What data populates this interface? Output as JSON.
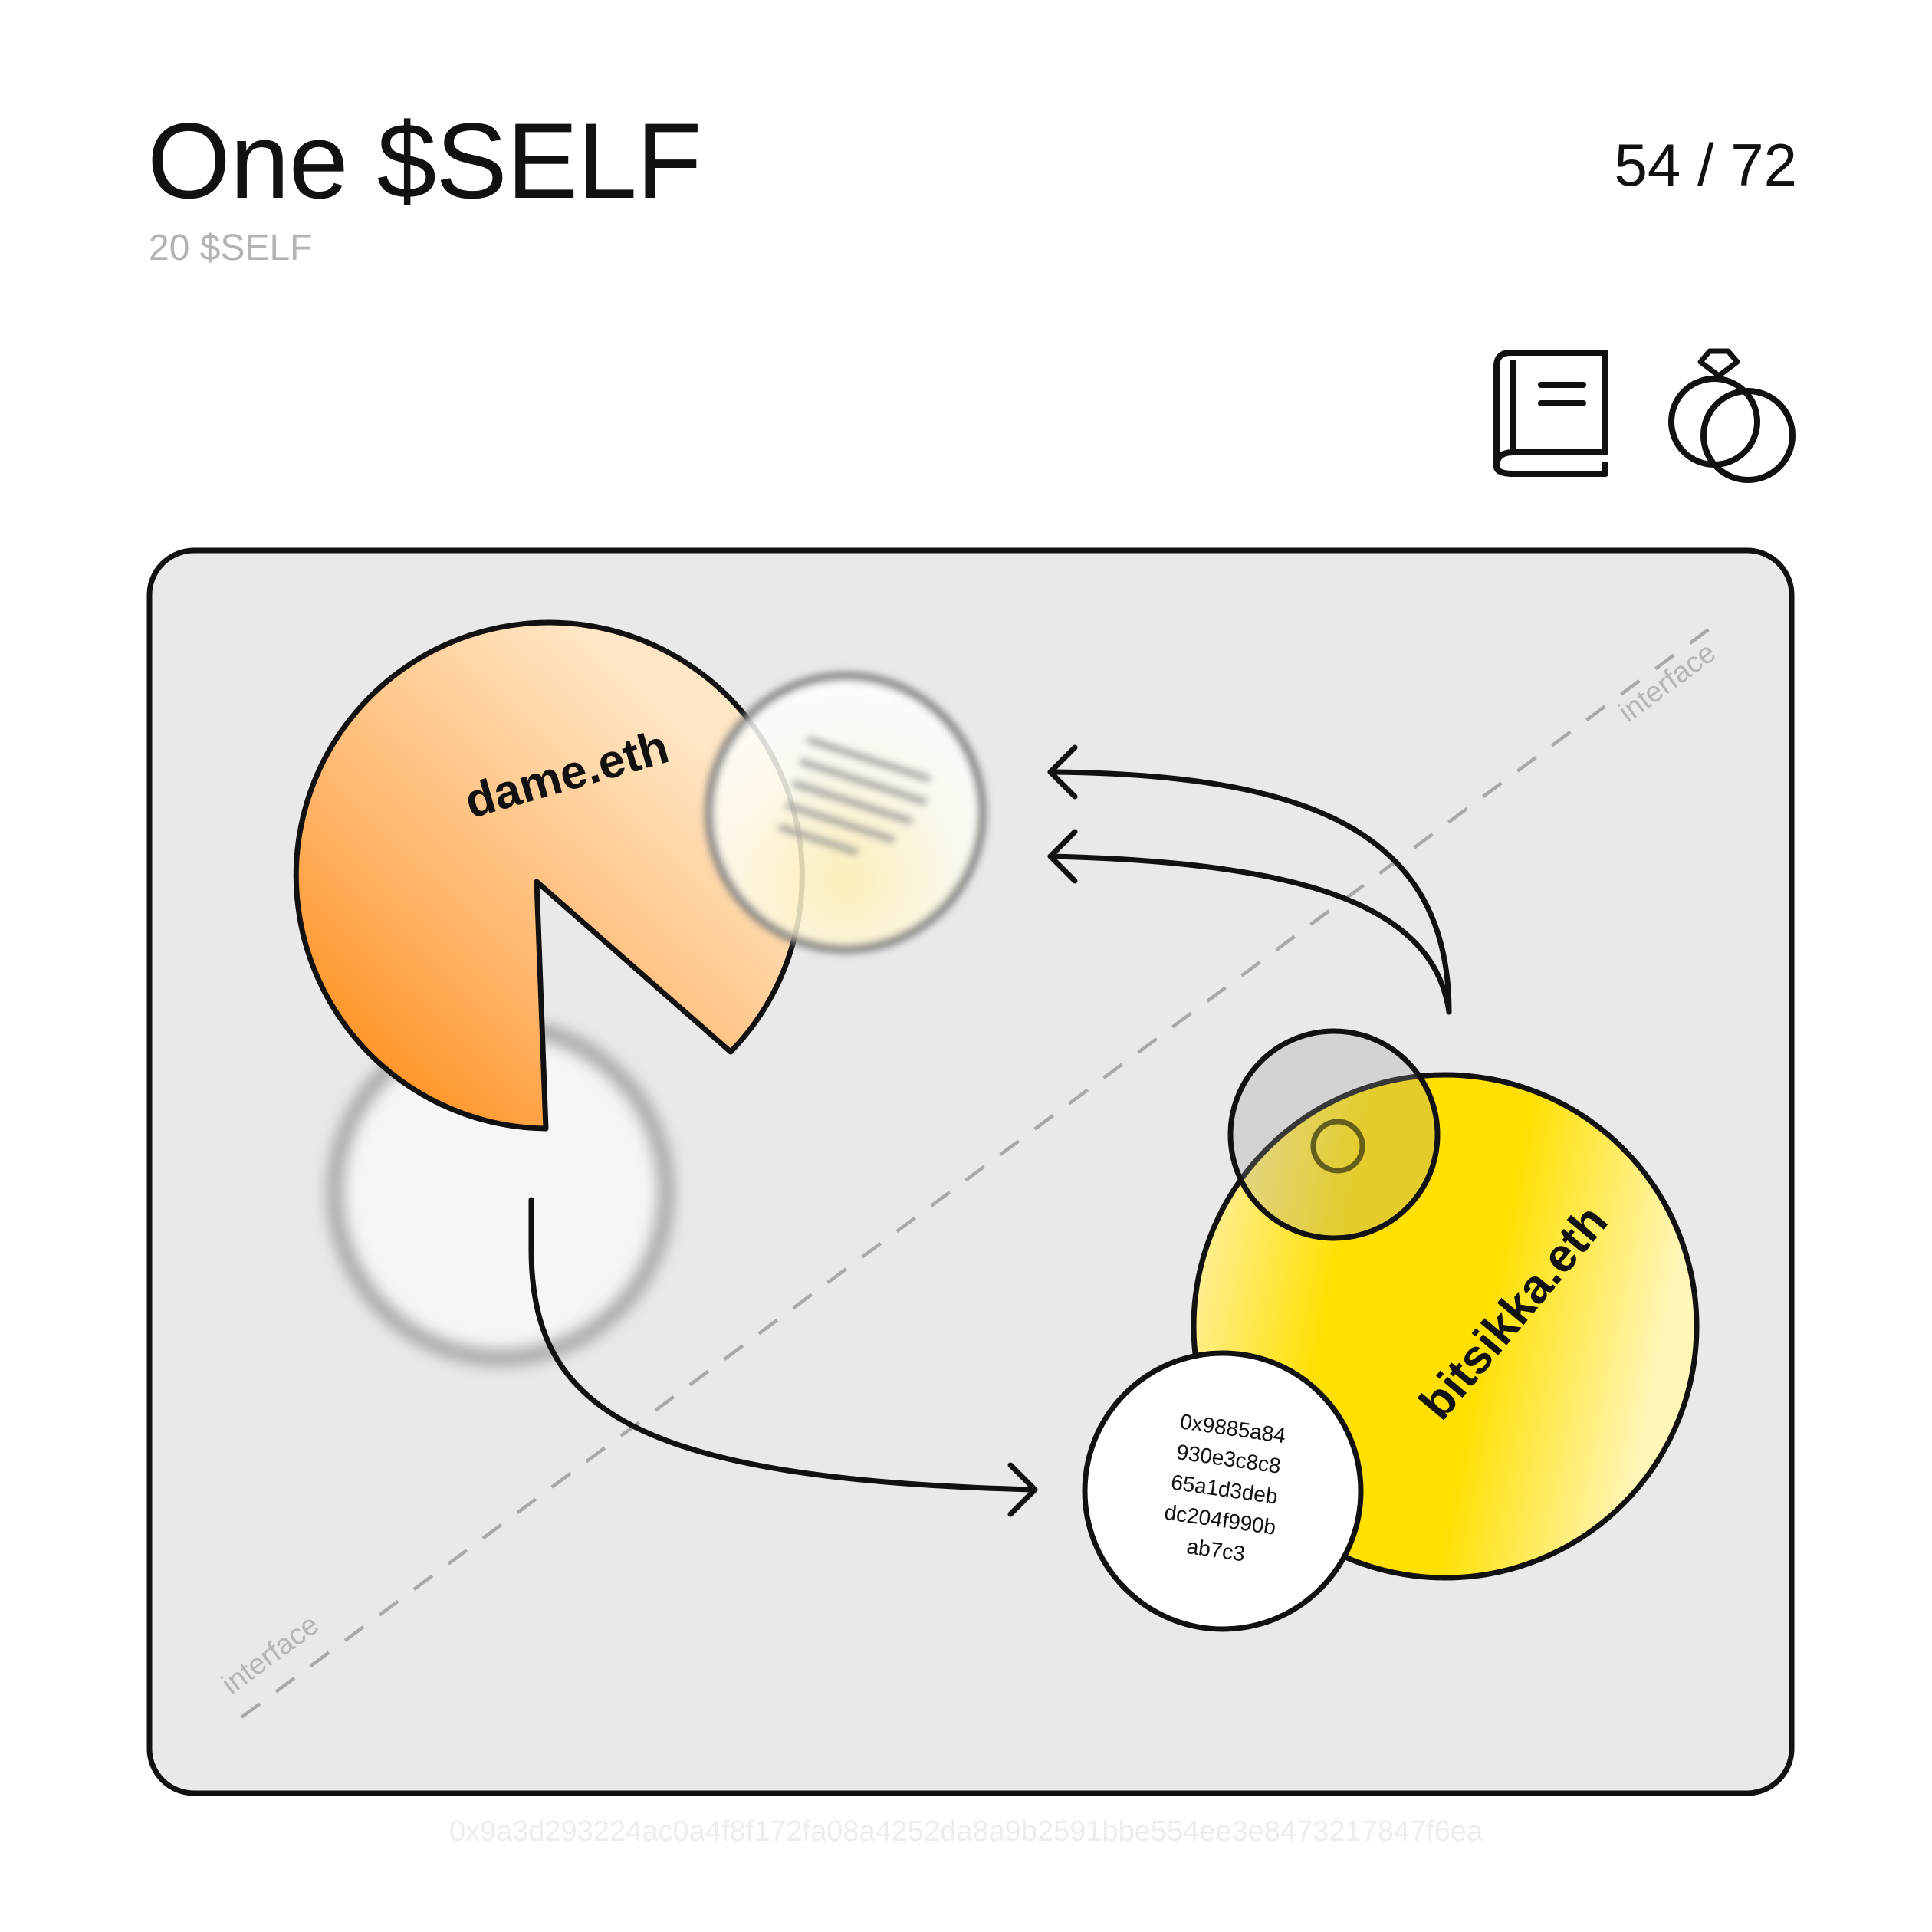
{
  "header": {
    "title": "One $SELF",
    "subtitle": "20 $SELF",
    "counter": "54 / 72"
  },
  "icons": {
    "book": "book-icon",
    "rings": "rings-icon"
  },
  "diagram": {
    "interface_label_top": "interface",
    "interface_label_bottom": "interface",
    "node_left": "dame.eth",
    "node_right": "bitsikka.eth",
    "address_lines": [
      "0x9885a84",
      "930e3c8c8",
      "65a1d3deb",
      "dc204f990b",
      "ab7c3"
    ]
  },
  "footer": {
    "hash": "0x9a3d293224ac0a4f8f172fa08a4252da8a9b2591bbe554ee3e8473217847f6ea"
  },
  "colors": {
    "panel_bg": "#e9e8ea",
    "orange_dark": "#ff8a00",
    "orange_light": "#ffe2b5",
    "yellow": "#ffdd00",
    "yellow_light": "#fff3b0",
    "dashed_line": "#a9a9a9",
    "stroke": "#111111"
  }
}
